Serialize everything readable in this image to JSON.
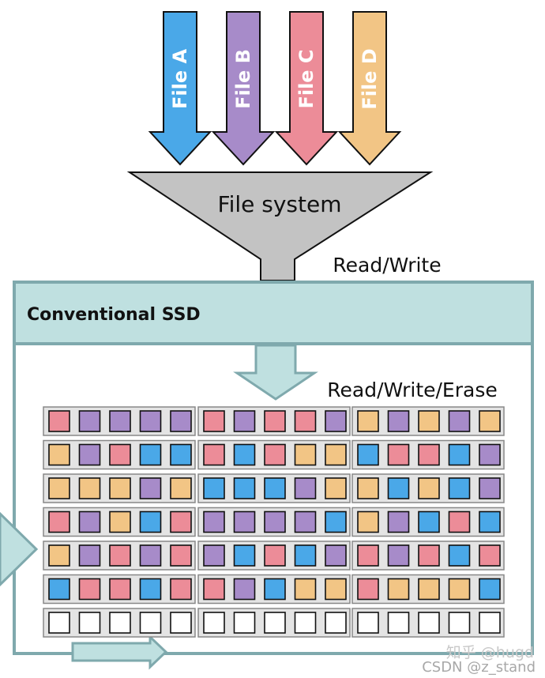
{
  "colors": {
    "file_a": "#4aa8e8",
    "file_b": "#a78bc9",
    "file_c": "#ec8c98",
    "file_d": "#f2c585",
    "funnel": "#c3c3c3",
    "ssd_header": "#bfe0e0",
    "ssd_border": "#7fa9ad",
    "empty": "#ffffff"
  },
  "files": [
    {
      "label": "File A",
      "color_key": "a"
    },
    {
      "label": "File B",
      "color_key": "b"
    },
    {
      "label": "File C",
      "color_key": "c"
    },
    {
      "label": "File D",
      "color_key": "d"
    }
  ],
  "file_system": {
    "label": "File system"
  },
  "read_write_label": "Read/Write",
  "ssd": {
    "title": "Conventional SSD"
  },
  "read_write_erase_label": "Read/Write/Erase",
  "blocks": [
    [
      [
        "c",
        "b",
        "b",
        "b",
        "b"
      ],
      [
        "c",
        "b",
        "c",
        "c",
        "b"
      ],
      [
        "d",
        "b",
        "d",
        "b",
        "d"
      ]
    ],
    [
      [
        "d",
        "b",
        "c",
        "a",
        "a"
      ],
      [
        "c",
        "a",
        "c",
        "d",
        "d"
      ],
      [
        "a",
        "c",
        "c",
        "a",
        "b"
      ]
    ],
    [
      [
        "d",
        "d",
        "d",
        "b",
        "d"
      ],
      [
        "a",
        "a",
        "a",
        "b",
        "d"
      ],
      [
        "d",
        "a",
        "d",
        "a",
        "b"
      ]
    ],
    [
      [
        "c",
        "b",
        "d",
        "a",
        "c"
      ],
      [
        "b",
        "b",
        "b",
        "b",
        "a"
      ],
      [
        "d",
        "b",
        "a",
        "c",
        "a"
      ]
    ],
    [
      [
        "d",
        "b",
        "c",
        "b",
        "c"
      ],
      [
        "b",
        "a",
        "c",
        "a",
        "b"
      ],
      [
        "c",
        "b",
        "c",
        "a",
        "c"
      ]
    ],
    [
      [
        "a",
        "c",
        "c",
        "a",
        "c"
      ],
      [
        "c",
        "b",
        "a",
        "d",
        "d"
      ],
      [
        "c",
        "d",
        "d",
        "d",
        "a"
      ]
    ],
    [
      [
        "e",
        "e",
        "e",
        "e",
        "e"
      ],
      [
        "e",
        "e",
        "e",
        "e",
        "e"
      ],
      [
        "e",
        "e",
        "e",
        "e",
        "e"
      ]
    ]
  ],
  "watermark": {
    "line1": "知乎 @hugd",
    "line2": "CSDN @z_stand"
  }
}
